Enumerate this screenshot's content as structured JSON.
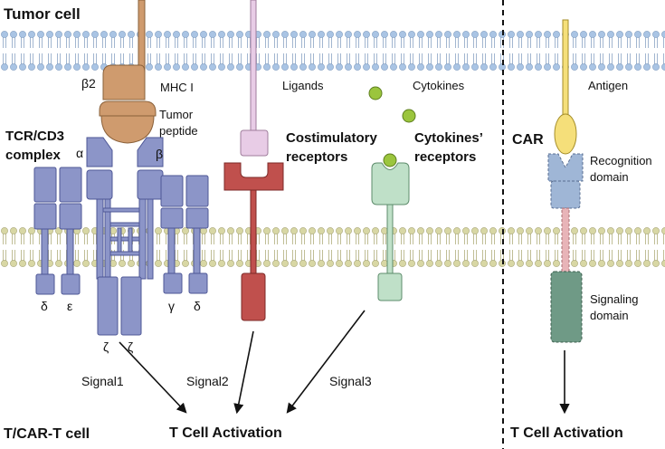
{
  "labels": {
    "tumor_cell": "Tumor cell",
    "tcar_cell": "T/CAR-T cell",
    "beta2": "β2",
    "mhc": "MHC I",
    "tumor_peptide_1": "Tumor",
    "tumor_peptide_2": "peptide",
    "tcr_1": "TCR/CD3",
    "tcr_2": "complex",
    "alpha": "α",
    "beta": "β",
    "delta_left": "δ",
    "epsilon": "ε",
    "gamma": "γ",
    "delta_right": "δ",
    "zeta_1": "ζ",
    "zeta_2": "ζ",
    "ligands": "Ligands",
    "costim_1": "Costimulatory",
    "costim_2": "receptors",
    "cytokines": "Cytokines",
    "cytorec_1": "Cytokines’",
    "cytorec_2": "receptors",
    "antigen": "Antigen",
    "car": "CAR",
    "recog_1": "Recognition",
    "recog_2": "domain",
    "signaling_1": "Signaling",
    "signaling_2": "domain",
    "signal1": "Signal1",
    "signal2": "Signal2",
    "signal3": "Signal3",
    "activation_left": "T Cell Activation",
    "activation_right": "T Cell Activation"
  },
  "colors": {
    "tcr": "#8c95c8",
    "mhc": "#cf9b6e",
    "ligand": "#e8cce6",
    "costim": "#c0504d",
    "cytokine": "#9bc53d",
    "cytoreceptor": "#bfe0c8",
    "antigen": "#f5df7a",
    "recognition": "#9fb6d6",
    "hinge": "#e8b4b8",
    "signaling": "#6f9a86",
    "membrane_top": "#a9c4e4",
    "membrane_bottom": "#d8d7a4"
  }
}
